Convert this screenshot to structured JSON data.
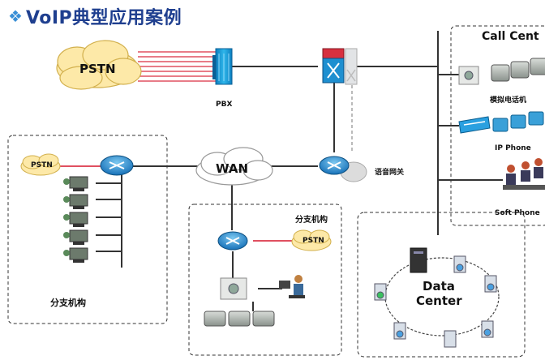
{
  "title": "VoIP典型应用案例",
  "labels": {
    "pstn_cloud": "PSTN",
    "pbx": "PBX",
    "call_center": "Call Cent",
    "analog_phone": "模拟电话机",
    "ip_phone": "IP Phone",
    "soft_phone": "Soft Phone",
    "voice_gateway": "语音网关",
    "wan": "WAN",
    "branch_left_pstn": "PSTN",
    "branch_left": "分支机构",
    "branch_mid": "分支机构",
    "branch_mid_pstn": "PSTN",
    "data_center_line1": "Data",
    "data_center_line2": "Center"
  },
  "colors": {
    "title": "#1f3f8f",
    "router": "#1e8fd0",
    "cloud_pstn": "#fde9a8",
    "trunk_red": "#e05060",
    "pbx": "#1aa0d8",
    "switch_red": "#d8303f"
  }
}
